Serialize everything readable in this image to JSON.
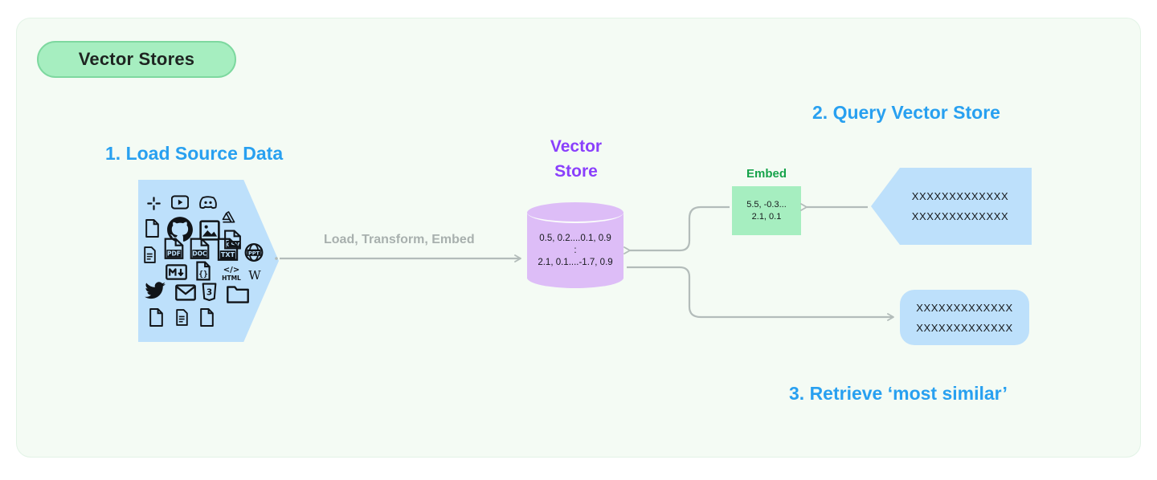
{
  "card": {
    "background": "#f4fbf4",
    "border_color": "#e2f3e6"
  },
  "title": {
    "label": "Vector Stores",
    "fill": "#a6eec0",
    "border": "#7dd89f",
    "text_color": "#1e2421"
  },
  "headings": {
    "accent": "#28a0f0",
    "load": "1. Load Source Data",
    "query": "2. Query Vector Store",
    "retrieve": "3. Retrieve ‘most similar’"
  },
  "vector_store": {
    "caption_line1": "Vector",
    "caption_line2": "Store",
    "caption_color": "#8a3ffc",
    "cylinder_color": "#ddbdf7",
    "rows": [
      "0.5, 0.2....0.1, 0.9",
      ":",
      "2.1, 0.1....-1.7, 0.9"
    ]
  },
  "source": {
    "shape_color": "#bde0fb",
    "icons": [
      "slack-icon",
      "youtube-icon",
      "discord-icon",
      "file-blank-icon",
      "github-icon",
      "image-icon",
      "google-drive-icon",
      "csv-file-icon",
      "document-lines-icon",
      "pdf-file-icon",
      "doc-file-icon",
      "txt-file-icon",
      "ppt-file-icon",
      "markdown-icon",
      "json-file-icon",
      "html-icon",
      "wikipedia-icon",
      "twitter-icon",
      "email-icon",
      "css3-icon",
      "folder-icon",
      "file-blank-icon-2",
      "document-lines-icon-2",
      "file-blank-icon-3"
    ]
  },
  "load_arrow": {
    "label": "Load, Transform, Embed",
    "color": "#a8b0ae"
  },
  "embed": {
    "label": "Embed",
    "label_color": "#16a34a",
    "fill": "#a6eec0",
    "line1": "5.5, -0.3...",
    "line2": "2.1, 0.1"
  },
  "query": {
    "fill": "#bde0fb",
    "line1": "XXXXXXXXXXXXX",
    "line2": "XXXXXXXXXXXXX"
  },
  "retrieve": {
    "fill": "#bde0fb",
    "line1": "XXXXXXXXXXXXX",
    "line2": "XXXXXXXXXXXXX"
  },
  "connector_color": "#b3bcba"
}
